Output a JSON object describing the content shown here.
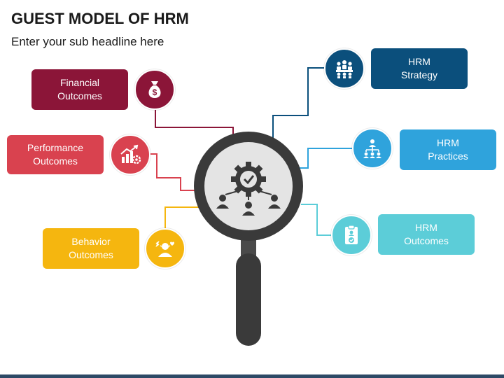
{
  "title": "GUEST MODEL OF HRM",
  "subtitle": "Enter your sub headline here",
  "colors": {
    "financial": "#8b1538",
    "performance": "#d9424f",
    "behavior": "#f5b60f",
    "strategy": "#0b4f7c",
    "practices": "#2fa3dc",
    "outcomes": "#5ccdd8",
    "magnifier": "#3a3a3a"
  },
  "nodes": {
    "financial": {
      "label": "Financial\nOutcomes",
      "icon": "money-bag-icon"
    },
    "performance": {
      "label": "Performance\nOutcomes",
      "icon": "growth-chart-gear-icon"
    },
    "behavior": {
      "label": "Behavior\nOutcomes",
      "icon": "person-emotions-icon"
    },
    "strategy": {
      "label": "HRM\nStrategy",
      "icon": "team-meeting-icon"
    },
    "practices": {
      "label": "HRM\nPractices",
      "icon": "org-chart-icon"
    },
    "outcomes": {
      "label": "HRM\nOutcomes",
      "icon": "clipboard-check-icon"
    }
  },
  "center_icon": "gear-people-network-icon"
}
